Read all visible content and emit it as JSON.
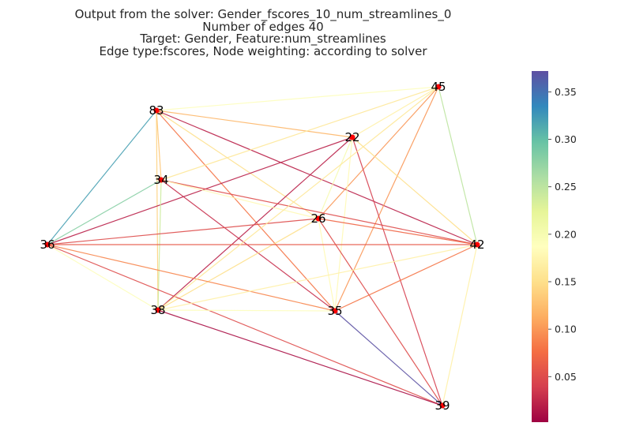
{
  "title": {
    "line1": "Output from the solver: Gender_fscores_10_num_streamlines_0",
    "line2": "Number of edges 40",
    "line3": "Target: Gender, Feature:num_streamlines",
    "line4": "Edge type:fscores, Node weighting: according to solver"
  },
  "colorbar": {
    "colormap": "Spectral",
    "min": 0.002,
    "max": 0.372,
    "ticks": [
      "0.05",
      "0.10",
      "0.15",
      "0.20",
      "0.25",
      "0.30",
      "0.35"
    ]
  },
  "nodes": [
    {
      "id": "45"
    },
    {
      "id": "83"
    },
    {
      "id": "22"
    },
    {
      "id": "34"
    },
    {
      "id": "26"
    },
    {
      "id": "36"
    },
    {
      "id": "42"
    },
    {
      "id": "38"
    },
    {
      "id": "35"
    },
    {
      "id": "39"
    }
  ],
  "edges": [
    {
      "s": "83",
      "t": "45",
      "w": 0.19
    },
    {
      "s": "83",
      "t": "22",
      "w": 0.12
    },
    {
      "s": "83",
      "t": "42",
      "w": 0.02
    },
    {
      "s": "83",
      "t": "36",
      "w": 0.32
    },
    {
      "s": "83",
      "t": "34",
      "w": 0.13
    },
    {
      "s": "83",
      "t": "38",
      "w": 0.14
    },
    {
      "s": "83",
      "t": "26",
      "w": 0.15
    },
    {
      "s": "83",
      "t": "35",
      "w": 0.08
    },
    {
      "s": "45",
      "t": "34",
      "w": 0.16
    },
    {
      "s": "45",
      "t": "42",
      "w": 0.25
    },
    {
      "s": "45",
      "t": "26",
      "w": 0.1
    },
    {
      "s": "45",
      "t": "35",
      "w": 0.1
    },
    {
      "s": "45",
      "t": "22",
      "w": 0.17
    },
    {
      "s": "22",
      "t": "36",
      "w": 0.02
    },
    {
      "s": "22",
      "t": "38",
      "w": 0.02
    },
    {
      "s": "22",
      "t": "42",
      "w": 0.15
    },
    {
      "s": "22",
      "t": "39",
      "w": 0.04
    },
    {
      "s": "22",
      "t": "26",
      "w": 0.2
    },
    {
      "s": "22",
      "t": "35",
      "w": 0.18
    },
    {
      "s": "34",
      "t": "36",
      "w": 0.28
    },
    {
      "s": "34",
      "t": "42",
      "w": 0.05
    },
    {
      "s": "34",
      "t": "38",
      "w": 0.24
    },
    {
      "s": "34",
      "t": "35",
      "w": 0.03
    },
    {
      "s": "34",
      "t": "26",
      "w": 0.18
    },
    {
      "s": "26",
      "t": "36",
      "w": 0.05
    },
    {
      "s": "26",
      "t": "42",
      "w": 0.07
    },
    {
      "s": "26",
      "t": "38",
      "w": 0.15
    },
    {
      "s": "26",
      "t": "35",
      "w": 0.18
    },
    {
      "s": "26",
      "t": "39",
      "w": 0.05
    },
    {
      "s": "36",
      "t": "42",
      "w": 0.06
    },
    {
      "s": "36",
      "t": "38",
      "w": 0.19
    },
    {
      "s": "36",
      "t": "35",
      "w": 0.09
    },
    {
      "s": "36",
      "t": "39",
      "w": 0.05
    },
    {
      "s": "42",
      "t": "38",
      "w": 0.17
    },
    {
      "s": "42",
      "t": "35",
      "w": 0.08
    },
    {
      "s": "42",
      "t": "39",
      "w": 0.17
    },
    {
      "s": "38",
      "t": "35",
      "w": 0.19
    },
    {
      "s": "38",
      "t": "39",
      "w": 0.01
    },
    {
      "s": "35",
      "t": "39",
      "w": 0.37
    },
    {
      "s": "45",
      "t": "38",
      "w": 0.16
    }
  ]
}
